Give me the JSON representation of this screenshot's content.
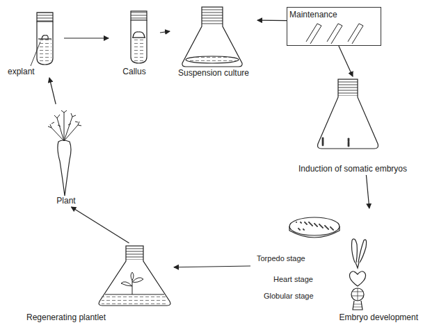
{
  "diagram": {
    "nodes": [
      {
        "text": [
          "explant"
        ]
      },
      {
        "text": [
          "Callus"
        ]
      },
      {
        "text": [
          "Suspension culture"
        ]
      },
      {
        "text": [
          "Maintenance"
        ]
      },
      {
        "text": [
          "Induction of somatic embryos"
        ]
      },
      {
        "text": [
          "Embryo development"
        ]
      },
      {
        "text": [
          "Regenerating plantlet"
        ]
      },
      {
        "text": [
          "Plant"
        ]
      }
    ],
    "edges": [
      {
        "from": 0,
        "to": 1,
        "arrow": "to"
      },
      {
        "from": 1,
        "to": 2,
        "arrow": "to"
      },
      {
        "from": 3,
        "to": 2,
        "arrow": "to"
      },
      {
        "from": 3,
        "to": 4,
        "arrow": "to"
      },
      {
        "from": 4,
        "to": 5,
        "arrow": "to"
      },
      {
        "from": 5,
        "to": 6,
        "arrow": "to"
      },
      {
        "from": 6,
        "to": 7,
        "arrow": "to"
      },
      {
        "from": 7,
        "to": 0,
        "arrow": "to"
      }
    ],
    "labels": [
      "Torpedo stage",
      "Heart stage",
      "Globular stage"
    ]
  }
}
